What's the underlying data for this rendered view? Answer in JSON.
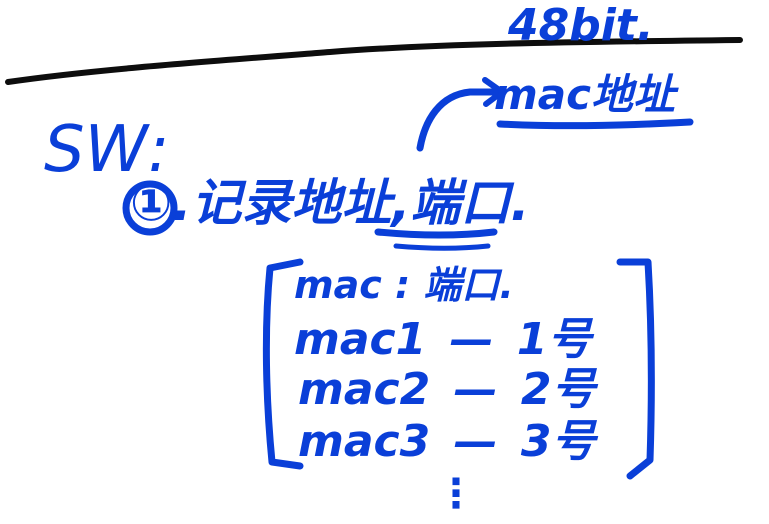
{
  "ink_color": "#0a3fd8",
  "line_color": "#0d0d0d",
  "notes": {
    "top_label": "48bit.",
    "mac_address": "mac地址",
    "sw_label": "SW:",
    "step_one": "①.记录地址,端口.",
    "table_header": "mac : 端口.",
    "rows": [
      {
        "mac": "mac1",
        "dash": "—",
        "port": "1号"
      },
      {
        "mac": "mac2",
        "dash": "—",
        "port": "2号"
      },
      {
        "mac": "mac3",
        "dash": "—",
        "port": "3号"
      }
    ],
    "continuation": "⋮"
  }
}
